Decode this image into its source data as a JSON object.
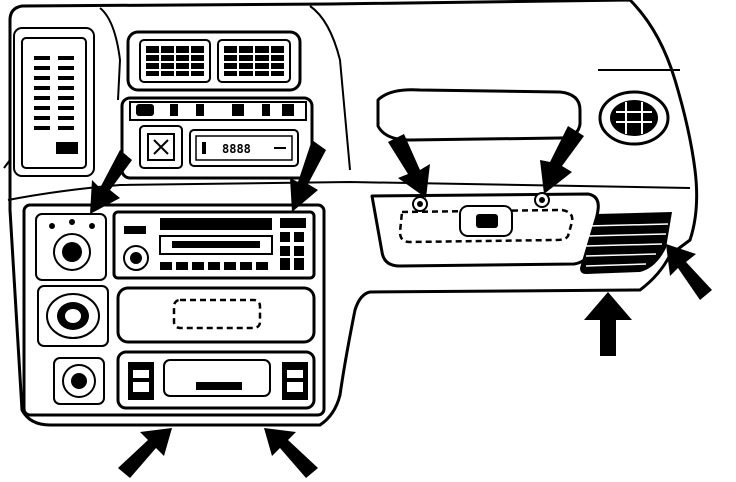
{
  "diagram": {
    "subject": "vehicle-dashboard-line-drawing",
    "lcd_display_text": "8888",
    "colors": {
      "ink": "#000000",
      "paper": "#ffffff"
    },
    "arrows": [
      {
        "id": "arrow-heater-panel-left-screw"
      },
      {
        "id": "arrow-heater-panel-right-screw"
      },
      {
        "id": "arrow-glovebox-left-screw"
      },
      {
        "id": "arrow-glovebox-right-screw"
      },
      {
        "id": "arrow-lower-left-clip"
      },
      {
        "id": "arrow-lower-center-clip"
      },
      {
        "id": "arrow-right-lower-clip"
      },
      {
        "id": "arrow-right-side-clip"
      }
    ]
  }
}
